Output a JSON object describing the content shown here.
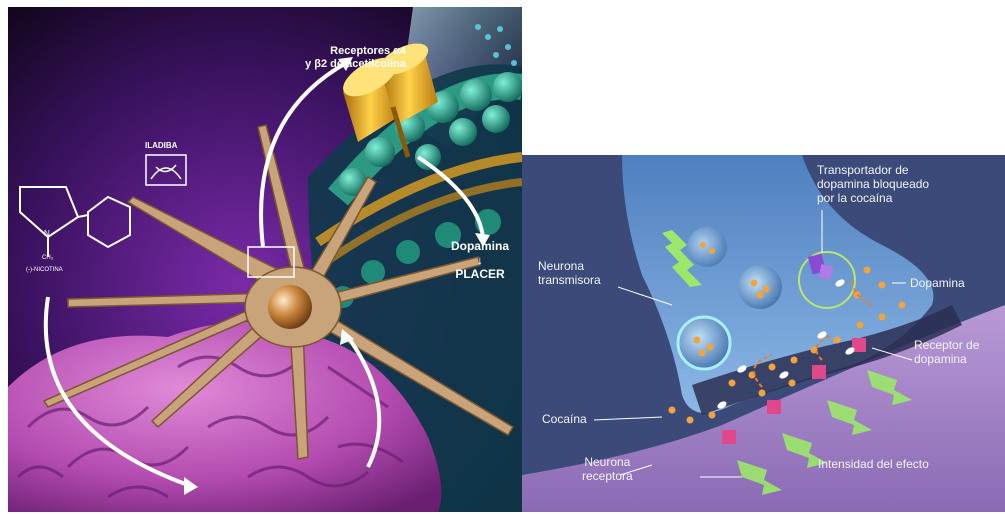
{
  "left_diagram": {
    "receptors_label_line1": "Receptores α4",
    "receptors_label_line2": "y β2 de acetilcolina",
    "dopamine_label": "Dopamina",
    "arrow_symbol": "↓",
    "pleasure_label": "PLACER",
    "logo_text": "ILADIBA",
    "molecule_label": "(-)-NICOTINA",
    "methyl_label": "CH₃",
    "nitrogen_label": "N",
    "colors": {
      "brain": "#b34bb0",
      "neuron": "#c9a47a",
      "channel": "#e8b021",
      "membrane_beads": "#2fa58a",
      "background": "#1c0a2e"
    }
  },
  "right_diagram": {
    "transporter_label_line1": "Transportador de",
    "transporter_label_line2": "dopamina bloqueado",
    "transporter_label_line3": "por la cocaína",
    "transmitter_label_line1": "Neurona",
    "transmitter_label_line2": "transmisora",
    "dopamine_label": "Dopamina",
    "receptor_label_line1": "Receptor de",
    "receptor_label_line2": "dopamina",
    "cocaine_label": "Cocaína",
    "receiver_label_line1": "Neurona",
    "receiver_label_line2": "receptora",
    "intensity_label": "Intensidad del efecto",
    "colors": {
      "background": "#3b4a78",
      "transmitter": "#6e9ad2",
      "receiver": "#a98ac8",
      "dopamine": "#f2a43a",
      "receptor": "#e0488a",
      "effect": "#9be86a"
    }
  }
}
